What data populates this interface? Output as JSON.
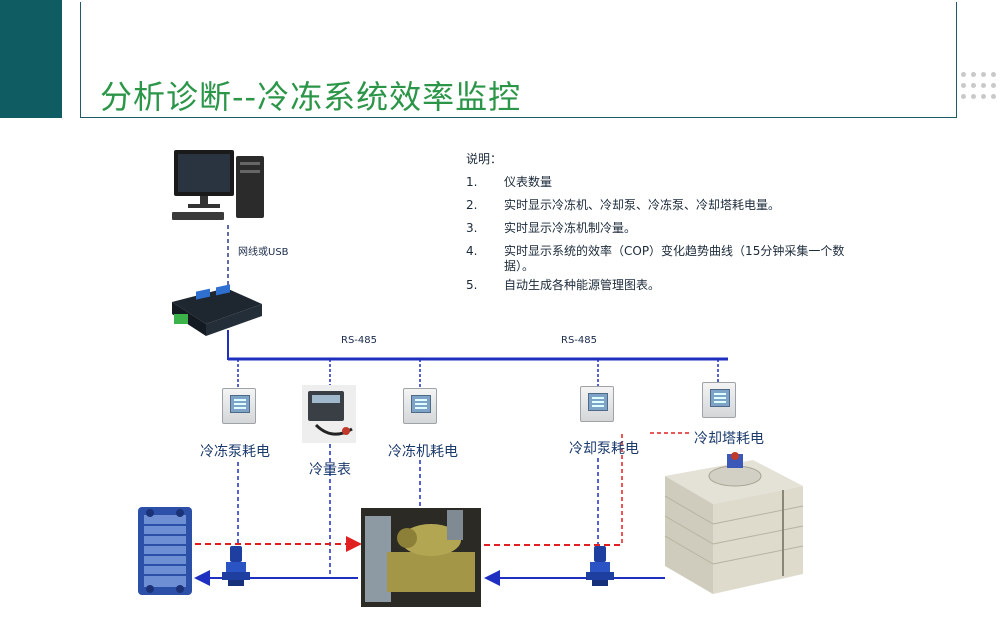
{
  "slide": {
    "title": "分析诊断--冷冻系统效率监控",
    "colors": {
      "title_green": "#2b9548",
      "accent_teal": "#0f5d63",
      "bus_blue": "#1f2fbf",
      "return_red": "#e02020"
    }
  },
  "notes": {
    "heading": "说明：",
    "items": [
      {
        "num": "1.",
        "text": "仪表数量"
      },
      {
        "num": "2.",
        "text": "实时显示冷冻机、冷却泵、冷冻泵、冷却塔耗电量。"
      },
      {
        "num": "3.",
        "text": "实时显示冷冻机制冷量。"
      },
      {
        "num": "4.",
        "text": "实时显示系统的效率（COP）变化趋势曲线（15分钟采集一个数据）。"
      },
      {
        "num": "5.",
        "text": "自动生成各种能源管理图表。"
      }
    ]
  },
  "diagram": {
    "link_label": "网线或USB",
    "bus_label_left": "RS-485",
    "bus_label_right": "RS-485",
    "meters": {
      "chilled_pump": "冷冻泵耗电",
      "cooling_meter": "冷量表",
      "chiller": "冷冻机耗电",
      "cooling_pump": "冷却泵耗电",
      "cooling_tower": "冷却塔耗电"
    },
    "icons": [
      "computer-icon",
      "converter-icon",
      "power-meter-icon",
      "heat-meter-icon",
      "heat-exchanger-icon",
      "pump-icon",
      "chiller-icon",
      "cooling-tower-icon"
    ]
  }
}
